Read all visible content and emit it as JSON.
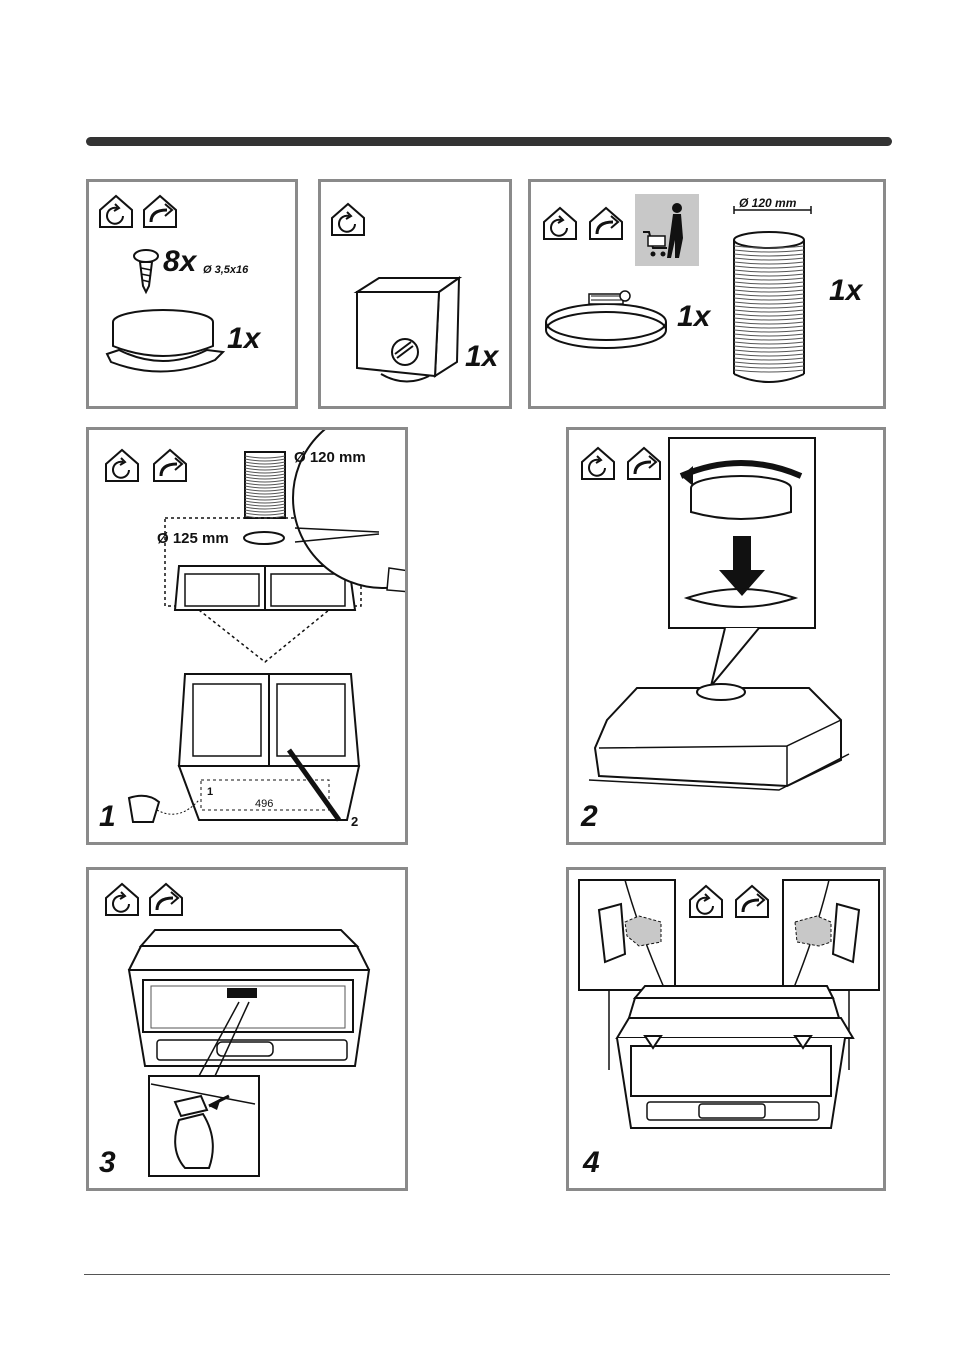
{
  "panels": {
    "a": {
      "screw_count": "8x",
      "screw_size": "Ø 3,5x16",
      "ring_qty": "1x"
    },
    "b": {
      "box_qty": "1x"
    },
    "c": {
      "pipe_dia": "Ø 120 mm",
      "clamp_qty": "1x",
      "pipe_qty": "1x"
    },
    "step1": {
      "step": "1",
      "pipe_dia": "Ø 120 mm",
      "hole_dia": "Ø 125 mm",
      "width": "496",
      "mark1": "1",
      "mark2": "2"
    },
    "step2": {
      "step": "2"
    },
    "step3": {
      "step": "3"
    },
    "step4": {
      "step": "4"
    }
  },
  "icons": [
    "recirculation-icon",
    "ducted-exhaust-icon",
    "optional-purchase-icon"
  ],
  "colors": {
    "frame": "#8a8a8a",
    "bar": "#333333",
    "shade": "#c8c8c8"
  }
}
